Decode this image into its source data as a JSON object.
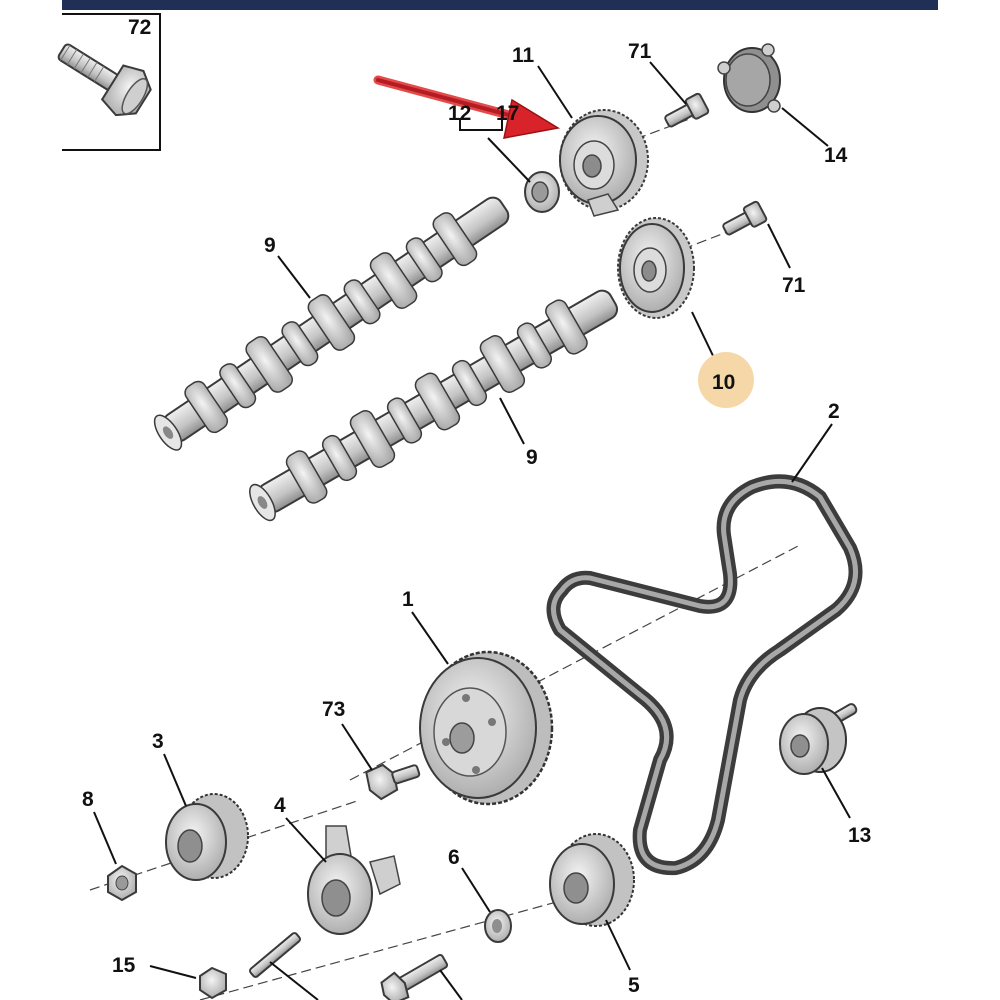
{
  "colors": {
    "top_bar": "#1f2f55",
    "highlight_circle": "#f6d8a8",
    "arrow": "#d8232a",
    "part_fill": "#dedede",
    "part_shade": "#b4b4b4",
    "belt": "#5a5a5a"
  },
  "callouts": {
    "c72": "72",
    "c11": "11",
    "c71a": "71",
    "c12": "12",
    "c17": "17",
    "c14": "14",
    "c9a": "9",
    "c71b": "71",
    "c10": "10",
    "c9b": "9",
    "c2": "2",
    "c1": "1",
    "c73": "73",
    "c3": "3",
    "c8": "8",
    "c4": "4",
    "c6": "6",
    "c13": "13",
    "c15": "15",
    "c5": "5"
  },
  "highlighted_callout": "10",
  "arrow_target": "11"
}
